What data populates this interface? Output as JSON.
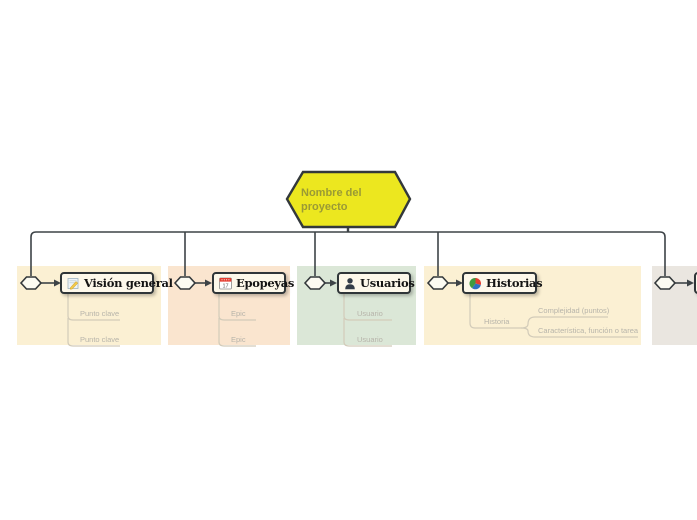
{
  "canvas": {
    "background": "#ffffff"
  },
  "root_topic": {
    "label": "Nombre del proyecto",
    "shape": "hexagon",
    "fill": "#ece71f",
    "border_color": "#33383b",
    "text_color": "#9a9a35"
  },
  "colors": {
    "connector_dark": "#3d4347",
    "connector_light": "#d2cbb9",
    "node_fill": "#fdf8ea",
    "node_border": "#2f3538",
    "child_text": "#b7b4aa"
  },
  "icons": {
    "calendar_day": "17"
  },
  "branches": [
    {
      "label": "Visión general",
      "icon": "notepad-pencil-icon",
      "background": "#fbf0d3",
      "children": [
        {
          "label": "Punto clave"
        },
        {
          "label": "Punto clave"
        }
      ]
    },
    {
      "label": "Epopeyas",
      "icon": "calendar-icon",
      "background": "#fae5cf",
      "children": [
        {
          "label": "Epic"
        },
        {
          "label": "Epic"
        }
      ]
    },
    {
      "label": "Usuarios",
      "icon": "user-icon",
      "background": "#dbe7d7",
      "children": [
        {
          "label": "Usuario"
        },
        {
          "label": "Usuario"
        }
      ]
    },
    {
      "label": "Historias",
      "icon": "pie-chart-icon",
      "background": "#fbf0d3",
      "children": [
        {
          "label": "Historia",
          "children": [
            {
              "label": "Complejidad (puntos)"
            },
            {
              "label": "Característica, función o tarea"
            }
          ]
        }
      ]
    },
    {
      "label": "",
      "icon": "",
      "background": "#eae6e0",
      "children": []
    }
  ]
}
